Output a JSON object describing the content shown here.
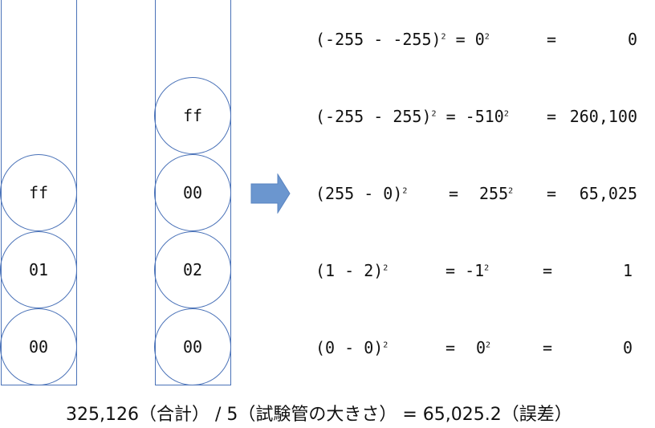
{
  "tubes": {
    "left": {
      "balls": [
        "ff",
        "01",
        "00"
      ]
    },
    "right": {
      "balls": [
        "ff",
        "00",
        "02",
        "00"
      ]
    }
  },
  "arrow": {
    "color": "#6b96cf"
  },
  "equations": [
    {
      "lhs": "(-255 - -255)",
      "mid": "= 0",
      "result": "0"
    },
    {
      "lhs": "(-255 - 255)",
      "mid": "= -510",
      "result": "260,100"
    },
    {
      "lhs": "(255 - 0)",
      "mid": "255",
      "result": "65,025"
    },
    {
      "lhs": "(1 - 2)",
      "mid": "= -1",
      "result": "1"
    },
    {
      "lhs": "(0 - 0)",
      "mid": "0",
      "result": "0"
    }
  ],
  "symbols": {
    "square": "2",
    "equals": "="
  },
  "caption": "325,126（合計） / 5（試験管の大きさ） = 65,025.2（誤差）",
  "colors": {
    "outline": "#4a72b8",
    "arrow": "#6b96cf"
  }
}
